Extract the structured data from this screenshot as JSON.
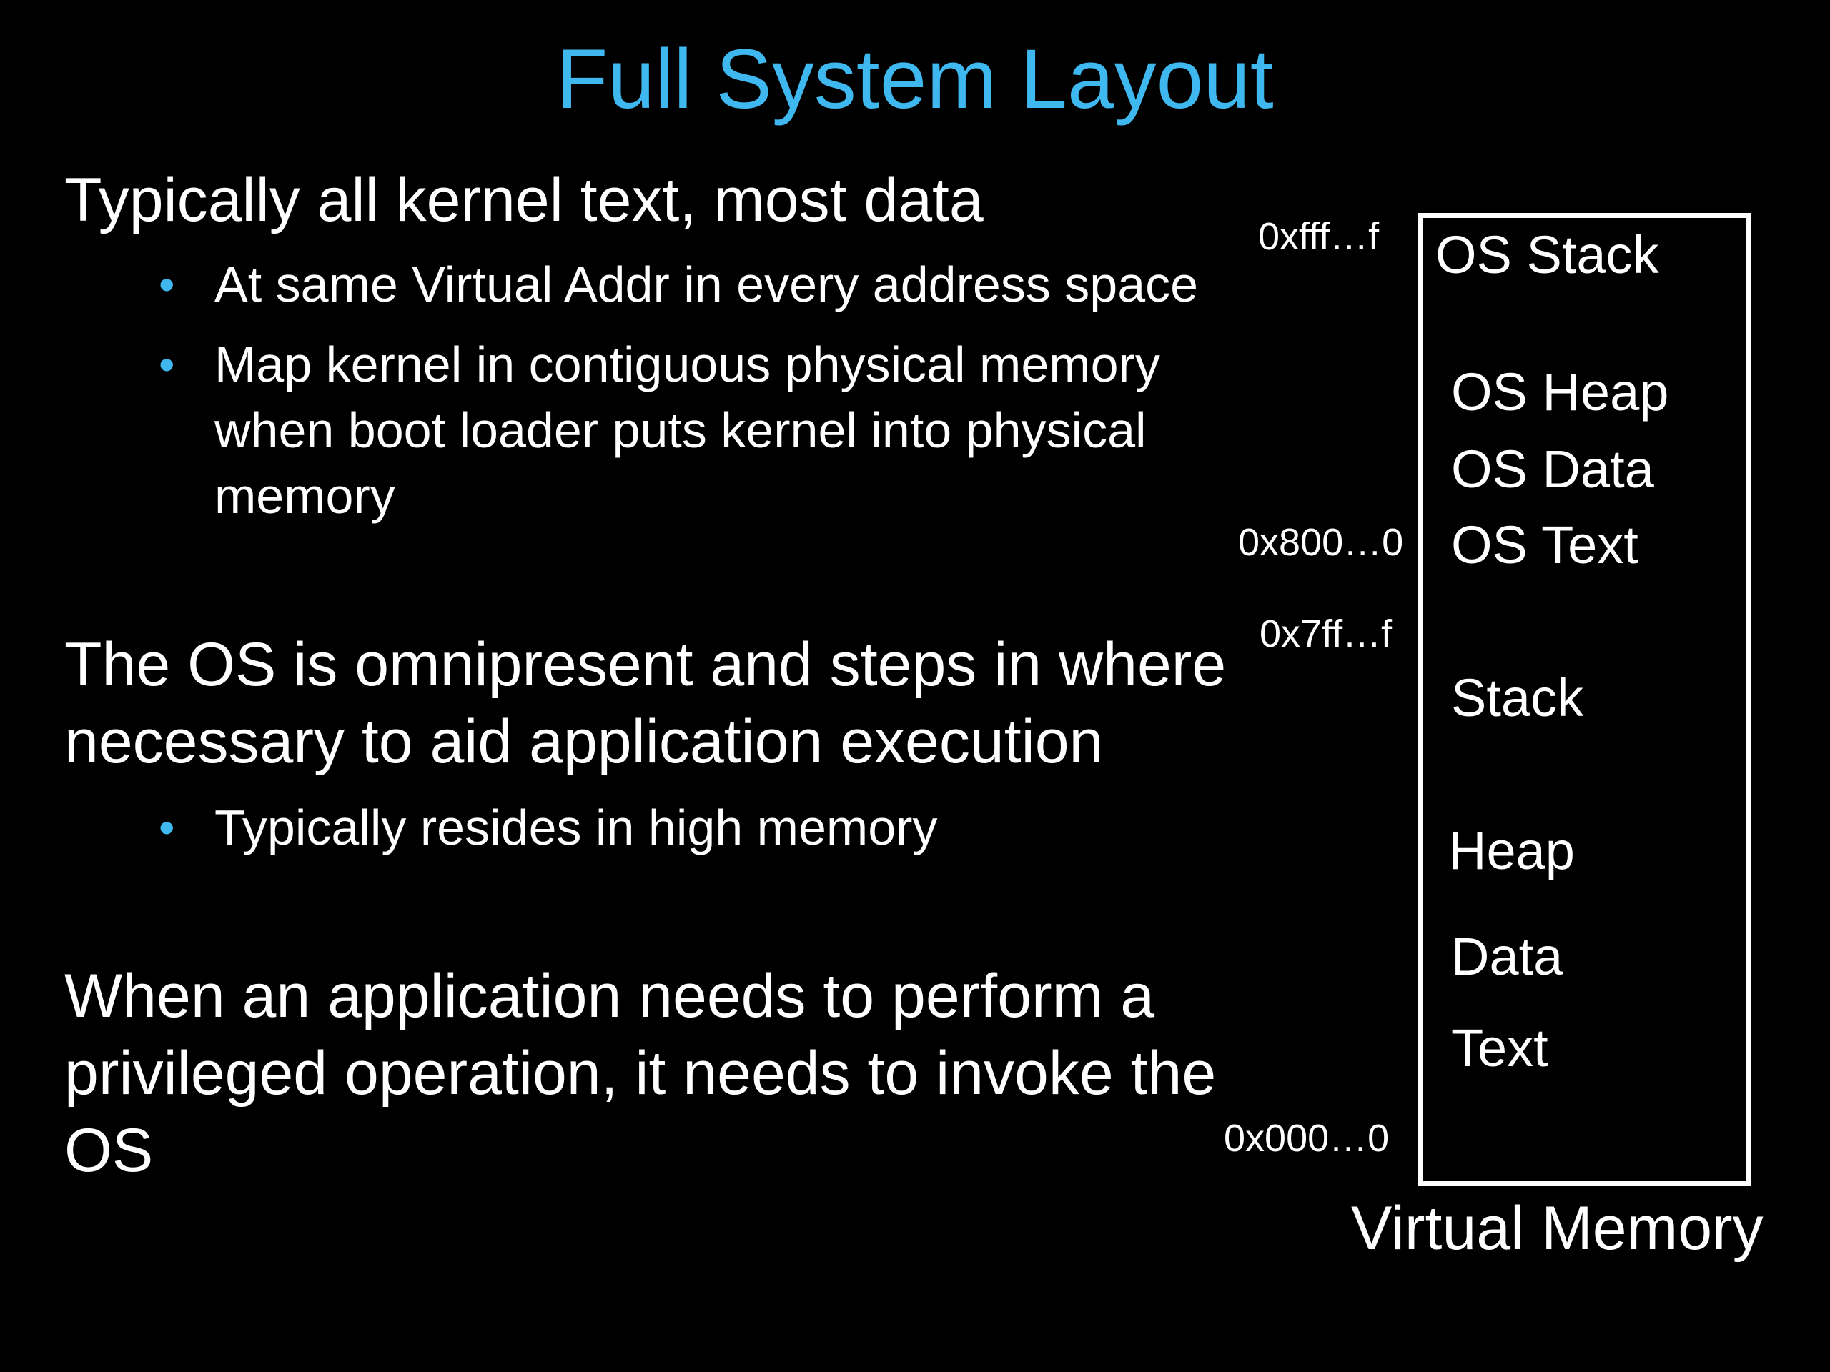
{
  "slide": {
    "title": "Full System Layout",
    "paragraphs": [
      {
        "text_lines": [
          "Typically all kernel text, most data"
        ],
        "bullets": [
          {
            "lines": [
              "At same Virtual Addr in every address space"
            ]
          },
          {
            "lines": [
              "Map kernel in contiguous physical memory",
              "when boot loader puts kernel into physical",
              "memory"
            ]
          }
        ]
      },
      {
        "text_lines": [
          "The OS is omnipresent and steps in where",
          "necessary to aid application execution"
        ],
        "bullets": [
          {
            "lines": [
              "Typically resides in high memory"
            ]
          }
        ]
      },
      {
        "text_lines": [
          "When an application needs to perform a",
          "privileged operation, it needs to invoke the",
          "OS"
        ],
        "bullets": []
      }
    ],
    "bullet_glyph": "•"
  },
  "memory_diagram": {
    "caption": "Virtual Memory",
    "regions": [
      "OS Stack",
      "OS Heap",
      "OS Data",
      "OS Text",
      "Stack",
      "Heap",
      "Data",
      "Text"
    ],
    "addresses": [
      "0xfff…f",
      "0x800…0",
      "0x7ff…f",
      "0x000…0"
    ]
  },
  "colors": {
    "background": "#000000",
    "title": "#3fb8f0",
    "bullet": "#3fb8f0",
    "text": "#ffffff"
  }
}
